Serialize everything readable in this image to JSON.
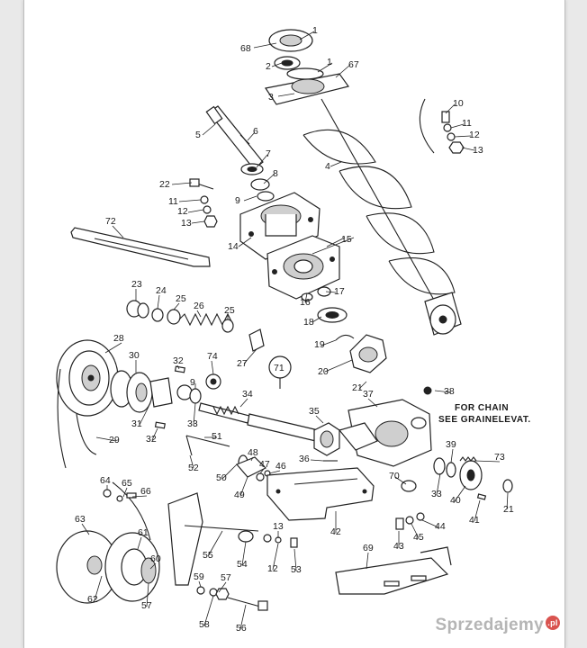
{
  "diagram": {
    "callouts": [
      {
        "id": "c1a",
        "text": "1"
      },
      {
        "id": "c68",
        "text": "68"
      },
      {
        "id": "c2",
        "text": "2"
      },
      {
        "id": "c1b",
        "text": "1"
      },
      {
        "id": "c67",
        "text": "67"
      },
      {
        "id": "c3",
        "text": "3"
      },
      {
        "id": "c10",
        "text": "10"
      },
      {
        "id": "c11a",
        "text": "11"
      },
      {
        "id": "c12a",
        "text": "12"
      },
      {
        "id": "c13a",
        "text": "13"
      },
      {
        "id": "c5",
        "text": "5"
      },
      {
        "id": "c6",
        "text": "6"
      },
      {
        "id": "c7",
        "text": "7"
      },
      {
        "id": "c8",
        "text": "8"
      },
      {
        "id": "c9a",
        "text": "9"
      },
      {
        "id": "c4",
        "text": "4"
      },
      {
        "id": "c22",
        "text": "22"
      },
      {
        "id": "c11b",
        "text": "11"
      },
      {
        "id": "c12b",
        "text": "12"
      },
      {
        "id": "c13b",
        "text": "13"
      },
      {
        "id": "c72",
        "text": "72"
      },
      {
        "id": "c14",
        "text": "14"
      },
      {
        "id": "c15",
        "text": "15"
      },
      {
        "id": "c23",
        "text": "23"
      },
      {
        "id": "c24",
        "text": "24"
      },
      {
        "id": "c25a",
        "text": "25"
      },
      {
        "id": "c26",
        "text": "26"
      },
      {
        "id": "c25b",
        "text": "25"
      },
      {
        "id": "c16",
        "text": "16"
      },
      {
        "id": "c17",
        "text": "17"
      },
      {
        "id": "c18",
        "text": "18"
      },
      {
        "id": "c28",
        "text": "28"
      },
      {
        "id": "c27",
        "text": "27"
      },
      {
        "id": "c19",
        "text": "19"
      },
      {
        "id": "c30",
        "text": "30"
      },
      {
        "id": "c32a",
        "text": "32"
      },
      {
        "id": "c74",
        "text": "74"
      },
      {
        "id": "c71",
        "text": "71"
      },
      {
        "id": "c20",
        "text": "20"
      },
      {
        "id": "c9b",
        "text": "9"
      },
      {
        "id": "c21a",
        "text": "21"
      },
      {
        "id": "c38",
        "text": "38"
      },
      {
        "id": "c34",
        "text": "34"
      },
      {
        "id": "c37",
        "text": "37"
      },
      {
        "id": "c31",
        "text": "31"
      },
      {
        "id": "c33a",
        "text": "33"
      },
      {
        "id": "c35",
        "text": "35"
      },
      {
        "id": "c32b",
        "text": "32"
      },
      {
        "id": "c29",
        "text": "29"
      },
      {
        "id": "c51",
        "text": "51"
      },
      {
        "id": "c48",
        "text": "48"
      },
      {
        "id": "c47",
        "text": "47"
      },
      {
        "id": "c46",
        "text": "46"
      },
      {
        "id": "c36",
        "text": "36"
      },
      {
        "id": "c39",
        "text": "39"
      },
      {
        "id": "c73",
        "text": "73"
      },
      {
        "id": "c52",
        "text": "52"
      },
      {
        "id": "c50",
        "text": "50"
      },
      {
        "id": "c49",
        "text": "49"
      },
      {
        "id": "c70",
        "text": "70"
      },
      {
        "id": "c33b",
        "text": "33"
      },
      {
        "id": "c40",
        "text": "40"
      },
      {
        "id": "c21b",
        "text": "21"
      },
      {
        "id": "c64",
        "text": "64"
      },
      {
        "id": "c65",
        "text": "65"
      },
      {
        "id": "c66",
        "text": "66"
      },
      {
        "id": "c41",
        "text": "41"
      },
      {
        "id": "c42",
        "text": "42"
      },
      {
        "id": "c44",
        "text": "44"
      },
      {
        "id": "c63",
        "text": "63"
      },
      {
        "id": "c61",
        "text": "61"
      },
      {
        "id": "c13c",
        "text": "13"
      },
      {
        "id": "c43",
        "text": "43"
      },
      {
        "id": "c45",
        "text": "45"
      },
      {
        "id": "c55",
        "text": "55"
      },
      {
        "id": "c54",
        "text": "54"
      },
      {
        "id": "c12c",
        "text": "12"
      },
      {
        "id": "c53",
        "text": "53"
      },
      {
        "id": "c69",
        "text": "69"
      },
      {
        "id": "c60",
        "text": "60"
      },
      {
        "id": "c62",
        "text": "62"
      },
      {
        "id": "c57a",
        "text": "57"
      },
      {
        "id": "c59",
        "text": "59"
      },
      {
        "id": "c57b",
        "text": "57"
      },
      {
        "id": "c58",
        "text": "58"
      },
      {
        "id": "c56",
        "text": "56"
      }
    ],
    "note_line1": "FOR CHAIN",
    "note_line2": "SEE GRAINELEVAT."
  },
  "watermark": {
    "brand": "Sprzedajemy",
    "suffix": ".pl"
  }
}
